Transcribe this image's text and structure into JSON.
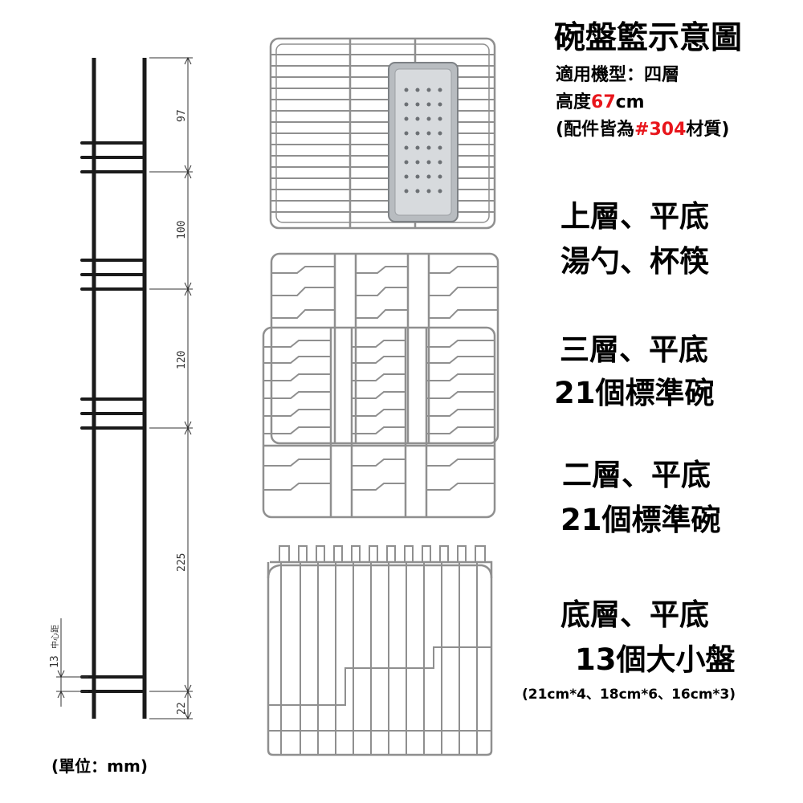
{
  "title": "碗盤籃示意圖",
  "applicable_model": "適用機型：四層",
  "height_label": {
    "prefix": "高度",
    "value": "67",
    "unit": "cm"
  },
  "material_note": {
    "prefix": "(配件皆為",
    "value": "#304",
    "suffix": "材質)"
  },
  "layers": [
    {
      "heading": "上層、平底",
      "contents": "湯勺、杯筷"
    },
    {
      "heading": "三層、平底",
      "contents": "21個標準碗"
    },
    {
      "heading": "二層、平底",
      "contents": "21個標準碗"
    },
    {
      "heading": "底層、平底",
      "contents": "13個大小盤",
      "note": "(21cm*4、18cm*6、16cm*3)"
    }
  ],
  "dimensions": [
    "97",
    "100",
    "120",
    "225",
    "22",
    "13"
  ],
  "center_distance_label": "中心距",
  "unit_note": "(單位：mm)",
  "colors": {
    "accent": "#e8161c",
    "wire": "#9a9a9a",
    "frame": "#1a1a1a",
    "basket_metal": "#c8ccd0"
  }
}
